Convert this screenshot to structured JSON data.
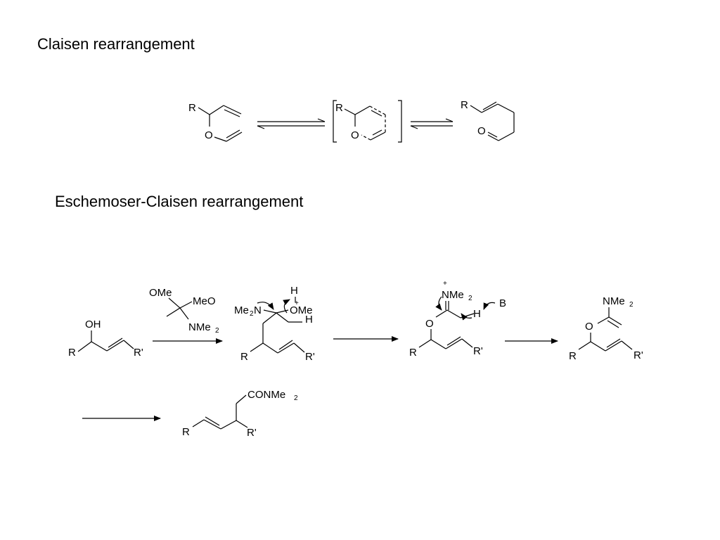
{
  "headings": {
    "claisen": "Claisen rearrangement",
    "eschenmoser": "Eschemoser-Claisen rearrangement"
  },
  "labels": {
    "R": "R",
    "Rp": "R'",
    "O": "O",
    "OH": "OH",
    "OMe": "OMe",
    "MeO": "MeO",
    "NMe": "NMe",
    "Me": "Me",
    "N": "N",
    "H": "H",
    "B": "B",
    "CONMe": "CONMe",
    "sub2": "2",
    "plus": "+"
  }
}
